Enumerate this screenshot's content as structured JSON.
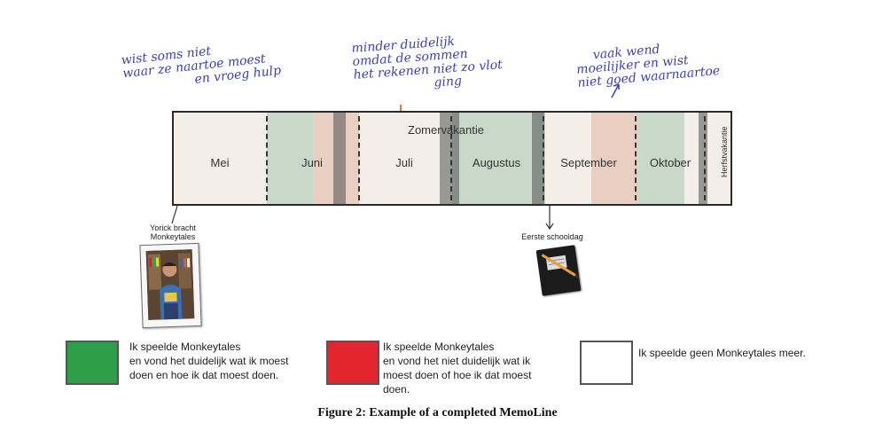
{
  "annotations": {
    "mei_note": [
      "wist soms niet",
      "waar ze naartoe moest",
      "en vroeg hulp"
    ],
    "juli_note": [
      "minder duidelijk",
      "omdat de sommen",
      "het rekenen niet zo vlot",
      "ging"
    ],
    "september_note": [
      "vaak wend",
      "moeilijker en wist",
      "niet goed waarnaartoe"
    ]
  },
  "timeline": {
    "months": [
      "Mei",
      "Juni",
      "Juli",
      "Augustus",
      "September",
      "Oktober"
    ],
    "summer_label": "Zomervakantie",
    "autumn_label": "Herfstvakantie",
    "markers": {
      "start_label": [
        "Yorick bracht",
        "Monkeytales"
      ],
      "school_label": "Eerste schooldag"
    },
    "segment_states": [
      "white",
      "white",
      "green",
      "red",
      "white",
      "white",
      "green",
      "green",
      "white",
      "red",
      "green",
      "white"
    ]
  },
  "legend": [
    {
      "color": "#2e9e48",
      "lines": [
        "Ik speelde Monkeytales",
        "en vond het duidelijk wat ik moest",
        "doen en hoe ik dat moest doen."
      ]
    },
    {
      "color": "#e3262d",
      "lines": [
        "Ik speelde Monkeytales",
        "en vond het niet duidelijk wat ik",
        "moest doen of hoe ik dat moest",
        "doen."
      ]
    },
    {
      "color": "#ffffff",
      "lines": [
        "Ik speelde geen Monkeytales meer."
      ]
    }
  ],
  "caption": "Figure 2: Example of a completed MemoLine"
}
